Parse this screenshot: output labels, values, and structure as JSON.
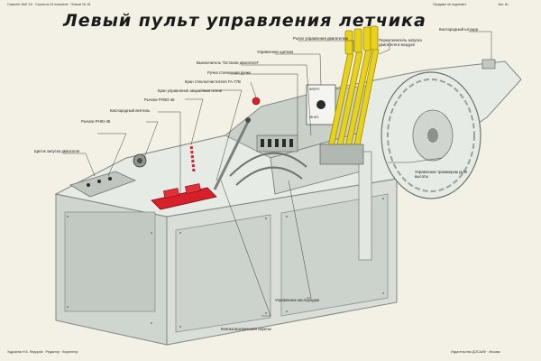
{
  "header": {
    "left_text": "Самолет МиГ-15 · Серия из 24 плакатов · Плакат № 16",
    "right_text": "Продаже не подлежит",
    "price": "Экз. №",
    "title": "Левый пульт управления летчика"
  },
  "labels": {
    "oxygen_valve": "Кислородный штуцер",
    "throttle_lever": "Рычаг управления двигателем",
    "flap_lever": "Управление щитком",
    "gas_switch": "Выключатель \"Останов двигателя\"",
    "parking_brake": "Ручка стояночная ручки",
    "starter_tap": "Кран стеклоочистителя ГА-77В",
    "undercarriage_tap": "Кран управления аварийным основ",
    "rukr_lever": "Рычаги РУВО-45",
    "oxygen_valve2": "Кислородный вентиль",
    "ruu_lever": "Рычаги РНЮ-45",
    "engine_start_panel": "Щиток запуска двигателя",
    "engine_start_switch": "Переключатель запуска двигателя в воздухе",
    "trim_wheel": "Управление триммером руля высоты",
    "oxygen_control": "Управление кислородом",
    "siren_button": "Кнопка выключения сирены"
  },
  "knob_text": {
    "top": "ВВЕРХ",
    "bottom": "ВНИЗ"
  },
  "footer": {
    "left": "Художник Н.К. Федоров · Редактор · Корректор",
    "right": "Издательство ДОСААФ · Москва"
  },
  "colors": {
    "console": "#d9ded8",
    "console_dark": "#aeb6ad",
    "yellow": "#e8d21c",
    "red": "#d8202a",
    "leader": "#1a1a1a"
  }
}
